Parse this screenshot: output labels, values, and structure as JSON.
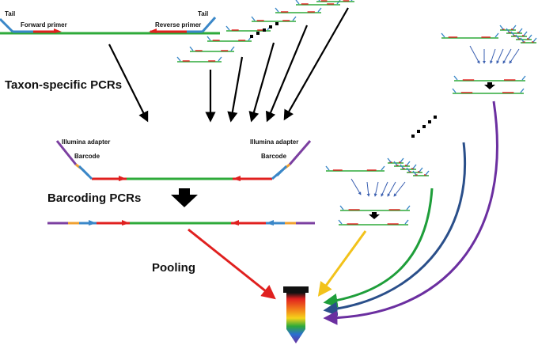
{
  "labels": {
    "tail_left": "Tail",
    "forward_primer": "Forward primer",
    "tail_right": "Tail",
    "reverse_primer": "Reverse primer",
    "taxon_specific_pcrs": "Taxon-specific PCRs",
    "illumina_adapter_left": "Illumina adapter",
    "barcode_left": "Barcode",
    "illumina_adapter_right": "Illumina adapter",
    "barcode_right": "Barcode",
    "barcoding_pcrs": "Barcoding PCRs",
    "pooling": "Pooling"
  },
  "colors": {
    "amplicon": "#2eaa3a",
    "primer": "#e0201f",
    "tail": "#3a87c8",
    "adapter": "#7b3fa0",
    "barcode": "#f0a030",
    "arrow": "#000000",
    "flow_red": "#e0201f",
    "flow_yellow": "#f2c21a",
    "flow_green": "#1e9e3a",
    "flow_blue": "#2a4f8a",
    "flow_purple": "#6b2fa0"
  },
  "tube_gradient": [
    "#111111",
    "#e0201f",
    "#f27a1a",
    "#f5d31a",
    "#2eaa3a",
    "#2a6fd0",
    "#6b2fa0"
  ]
}
